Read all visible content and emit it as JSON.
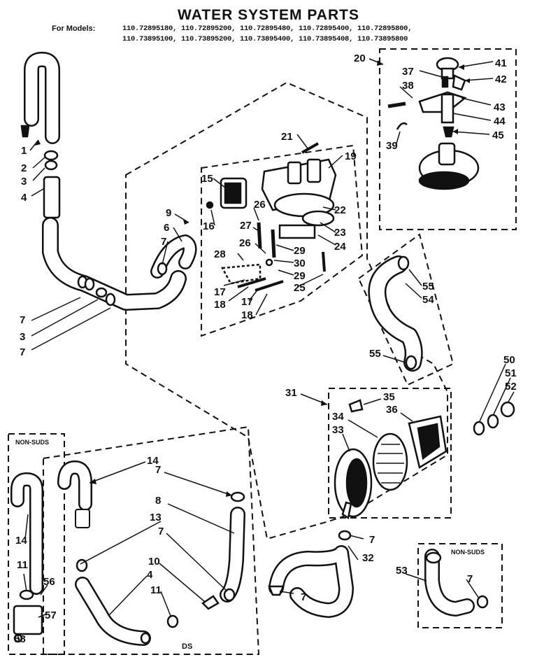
{
  "header": {
    "title": "WATER SYSTEM PARTS",
    "models_label": "For Models:",
    "models_line1": "110.72895180, 110.72895200, 110.72895480, 110.72895400, 110.72895800,",
    "models_line2": "110.73895100, 110.73895200, 110.73895400, 110.73895408, 110.73895800"
  },
  "boxes": {
    "non_suds_left": "NON-SUDS",
    "non_suds_right": "NON-SUDS"
  },
  "footer_code": "DS",
  "callouts": [
    "1",
    "2",
    "3",
    "4",
    "6",
    "7",
    "9",
    "16",
    "7",
    "3",
    "7",
    "15",
    "21",
    "19",
    "26",
    "27",
    "26",
    "28",
    "17",
    "18",
    "17",
    "18",
    "22",
    "23",
    "24",
    "29",
    "30",
    "29",
    "25",
    "20",
    "37",
    "38",
    "41",
    "42",
    "43",
    "44",
    "39",
    "45",
    "55",
    "54",
    "55",
    "31",
    "35",
    "34",
    "33",
    "36",
    "50",
    "51",
    "52",
    "14",
    "7",
    "8",
    "13",
    "7",
    "10",
    "11",
    "4",
    "14",
    "11",
    "56",
    "57",
    "58",
    "7",
    "32",
    "7",
    "53",
    "7"
  ]
}
